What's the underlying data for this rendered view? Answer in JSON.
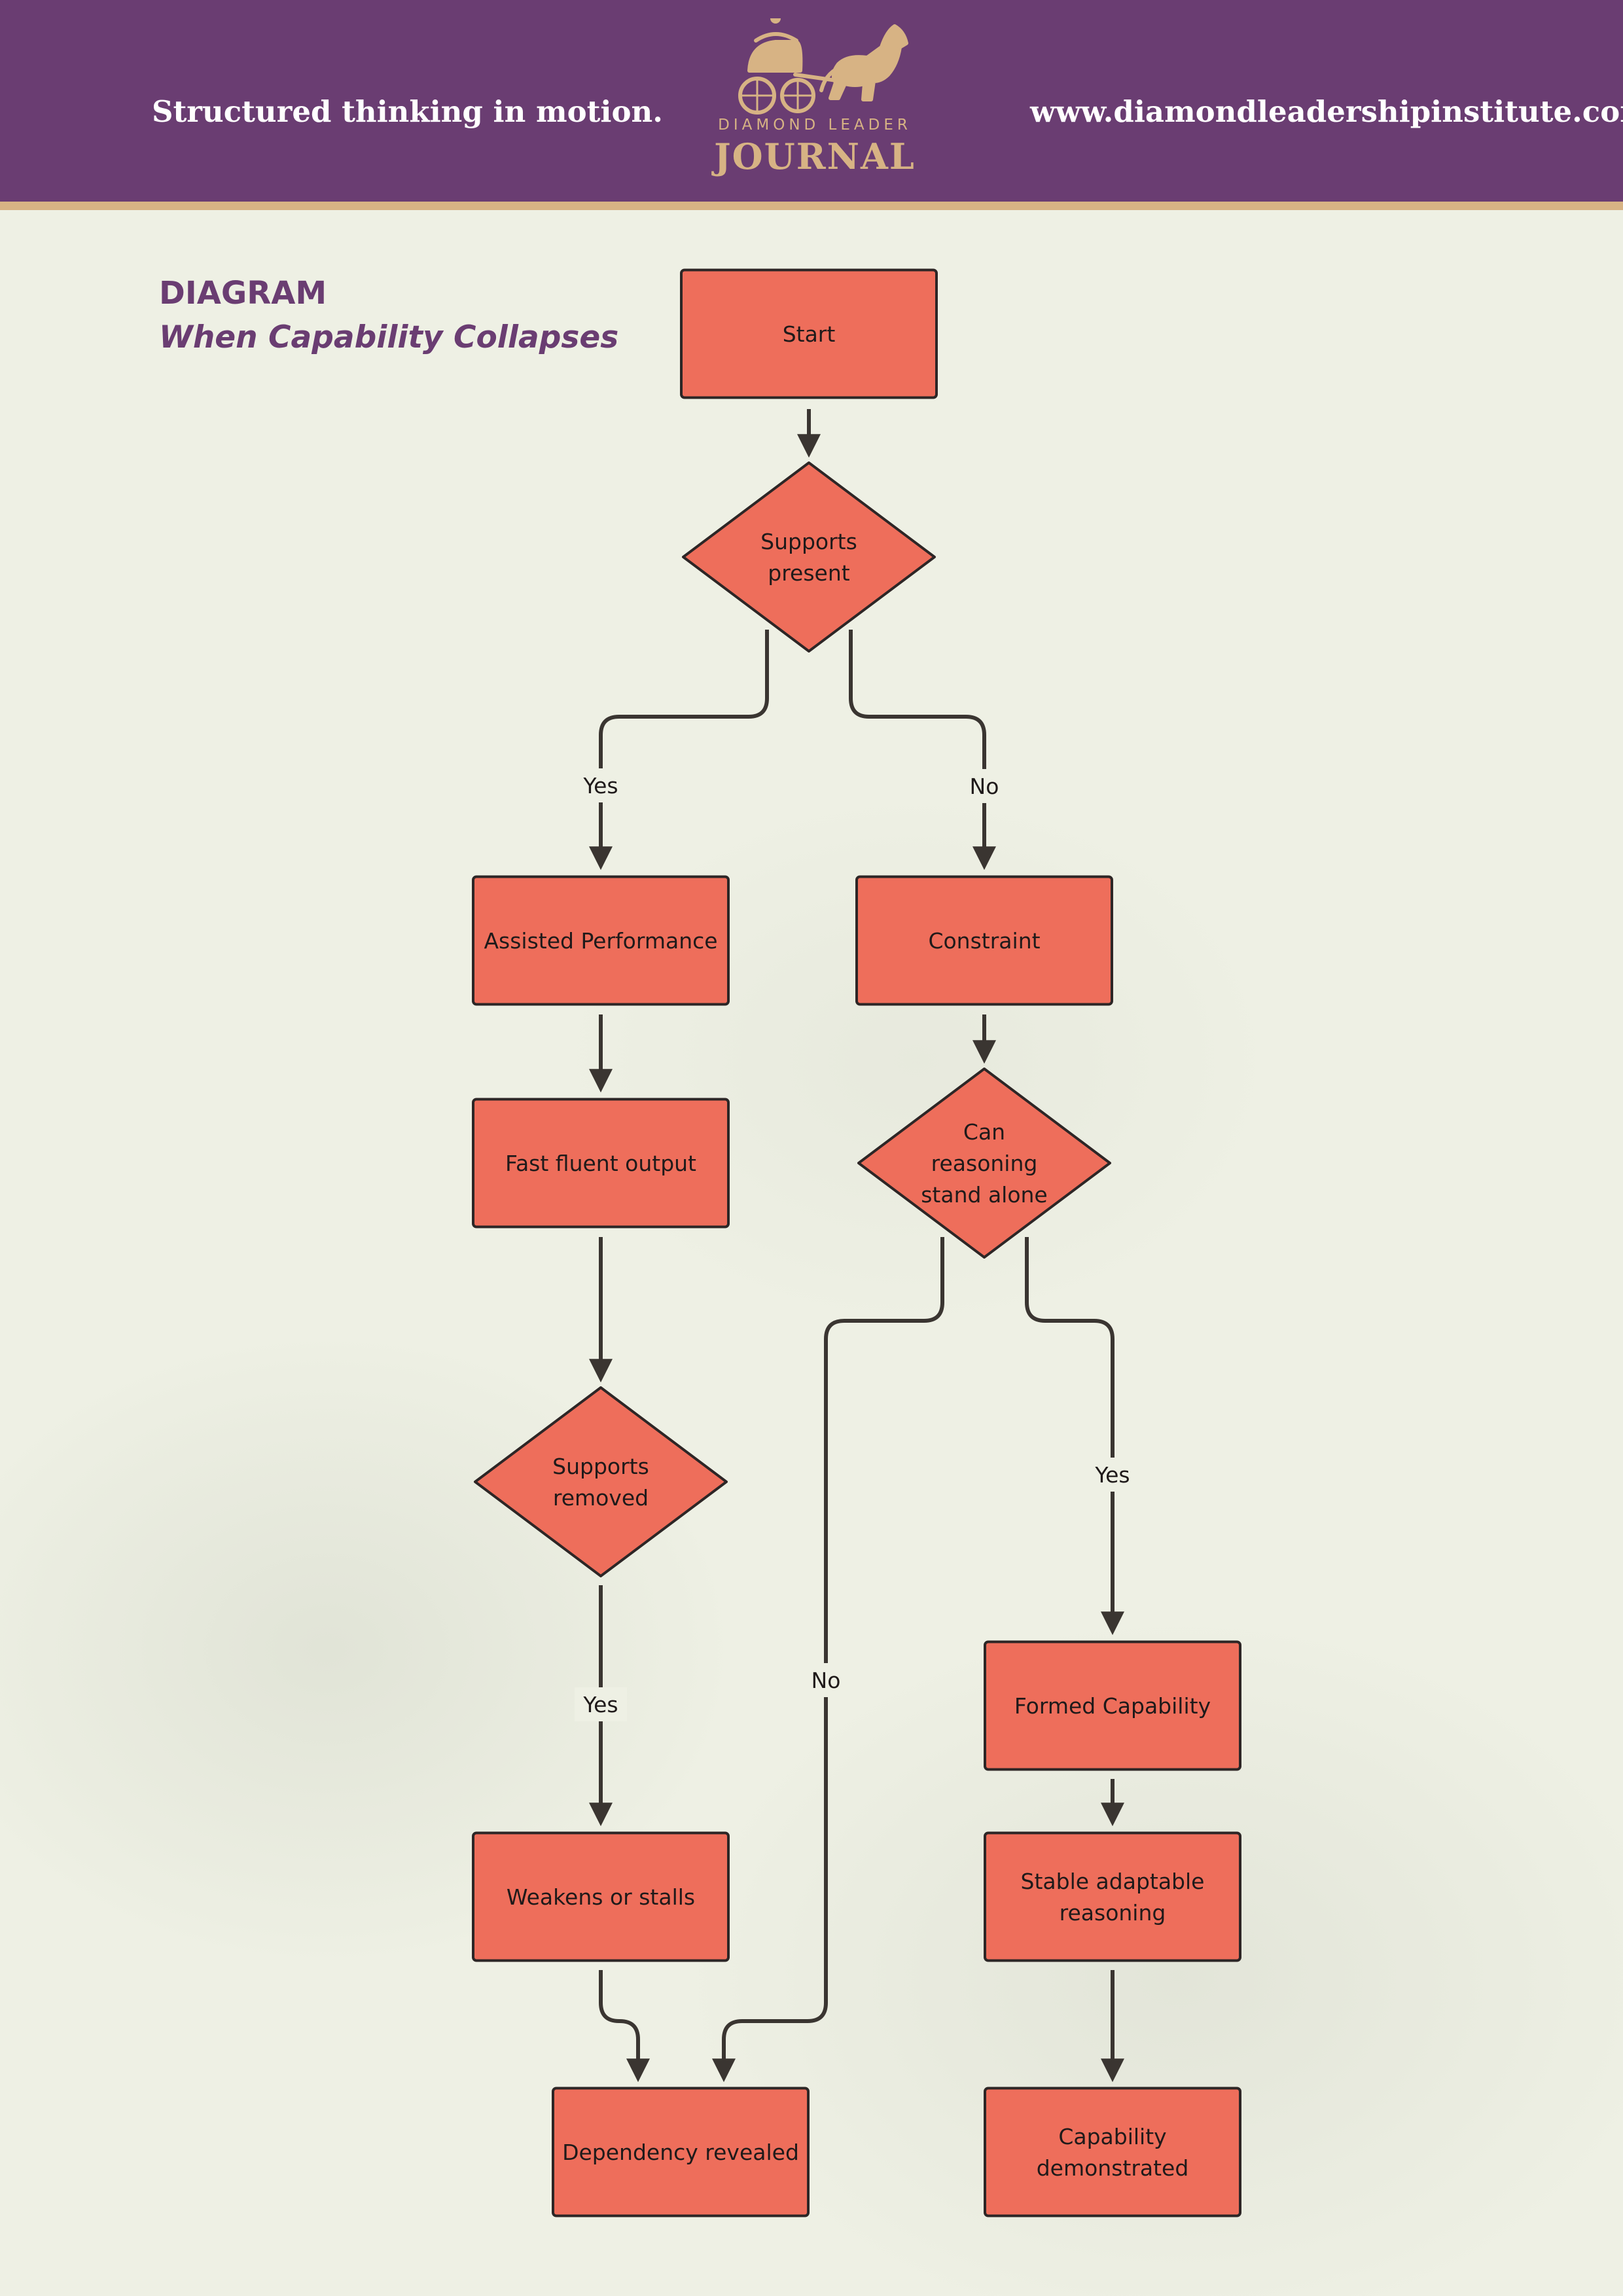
{
  "header": {
    "tagline": "Structured thinking in motion.",
    "logo_top": "DIAMOND LEADER",
    "logo_bottom": "JOURNAL",
    "url": "www.diamondleadershipinstitute.com"
  },
  "document": {
    "label": "DIAGRAM",
    "title": "When Capability Collapses"
  },
  "colors": {
    "header_bg": "#6a3d72",
    "accent_gold": "#d7b384",
    "node_fill": "#ee6e5b",
    "node_stroke": "#2d2626",
    "edge_stroke": "#3a3531"
  },
  "diagram": {
    "nodes": [
      {
        "id": "start",
        "shape": "rect",
        "lines": [
          "Start"
        ]
      },
      {
        "id": "supports_present",
        "shape": "diamond",
        "lines": [
          "Supports",
          "present"
        ]
      },
      {
        "id": "assisted",
        "shape": "rect",
        "lines": [
          "Assisted Performance"
        ]
      },
      {
        "id": "constraint",
        "shape": "rect",
        "lines": [
          "Constraint"
        ]
      },
      {
        "id": "fast",
        "shape": "rect",
        "lines": [
          "Fast fluent output"
        ]
      },
      {
        "id": "can_reason",
        "shape": "diamond",
        "lines": [
          "Can",
          "reasoning",
          "stand alone"
        ]
      },
      {
        "id": "supports_removed",
        "shape": "diamond",
        "lines": [
          "Supports",
          "removed"
        ]
      },
      {
        "id": "formed",
        "shape": "rect",
        "lines": [
          "Formed Capability"
        ]
      },
      {
        "id": "weakens",
        "shape": "rect",
        "lines": [
          "Weakens or stalls"
        ]
      },
      {
        "id": "stable",
        "shape": "rect",
        "lines": [
          "Stable adaptable",
          "reasoning"
        ]
      },
      {
        "id": "dependency",
        "shape": "rect",
        "lines": [
          "Dependency revealed"
        ]
      },
      {
        "id": "demonstrated",
        "shape": "rect",
        "lines": [
          "Capability",
          "demonstrated"
        ]
      }
    ],
    "edges": [
      {
        "from": "start",
        "to": "supports_present",
        "label": ""
      },
      {
        "from": "supports_present",
        "to": "assisted",
        "label": "Yes"
      },
      {
        "from": "supports_present",
        "to": "constraint",
        "label": "No"
      },
      {
        "from": "assisted",
        "to": "fast",
        "label": ""
      },
      {
        "from": "constraint",
        "to": "can_reason",
        "label": ""
      },
      {
        "from": "fast",
        "to": "supports_removed",
        "label": ""
      },
      {
        "from": "can_reason",
        "to": "formed",
        "label": "Yes"
      },
      {
        "from": "can_reason",
        "to": "dependency",
        "label": "No"
      },
      {
        "from": "supports_removed",
        "to": "weakens",
        "label": "Yes"
      },
      {
        "from": "formed",
        "to": "stable",
        "label": ""
      },
      {
        "from": "weakens",
        "to": "dependency",
        "label": ""
      },
      {
        "from": "stable",
        "to": "demonstrated",
        "label": ""
      }
    ]
  }
}
